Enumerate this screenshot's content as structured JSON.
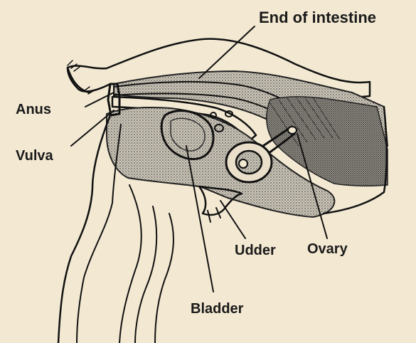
{
  "labels": {
    "end_of_intestine": "End of intestine",
    "anus": "Anus",
    "vulva": "Vulva",
    "udder": "Udder",
    "ovary": "Ovary",
    "bladder": "Bladder"
  },
  "colors": {
    "background": "#f3e9d3",
    "ink": "#111111",
    "shade": "#8d8a84",
    "light_shade": "#c9c3b6"
  }
}
